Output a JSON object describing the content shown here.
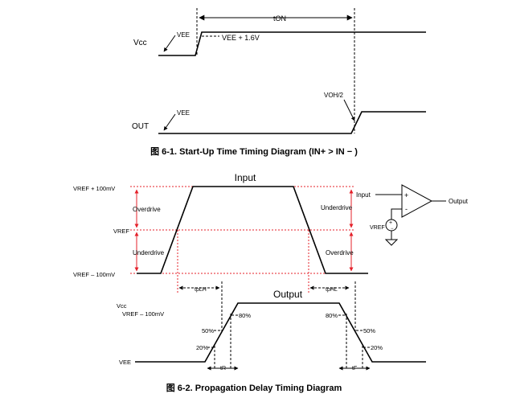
{
  "colors": {
    "line": "#000000",
    "guide": "#e4202a",
    "background": "#ffffff"
  },
  "fig1": {
    "caption": "图 6-1. Start-Up Time Timing Diagram (IN+ > IN − )",
    "vcc_label": "Vcc",
    "out_label": "OUT",
    "vee_label_top": "VEE",
    "vee_label_bottom": "VEE",
    "vee_plus_label": "VEE + 1.6V",
    "ton_label": "tON",
    "voh_label": "VOH/2"
  },
  "fig2": {
    "caption": "图 6-2. Propagation Delay Timing Diagram",
    "input_title": "Input",
    "output_title": "Output",
    "vref_plus_label": "VREF + 100mV",
    "vref_label": "VREF",
    "vref_minus_label": "VREF – 100mV",
    "overdrive_left": "Overdrive",
    "underdrive_left": "Underdrive",
    "underdrive_right": "Underdrive",
    "overdrive_right": "Overdrive",
    "tplh_label": "tpLH",
    "tphl_label": "tpHL",
    "vcc_label": "Vcc",
    "vref_minus_label_2": "VREF – 100mV",
    "vee_label": "VEE",
    "pct80_left": "80%",
    "pct50_left": "50%",
    "pct20_left": "20%",
    "pct80_right": "80%",
    "pct50_right": "50%",
    "pct20_right": "20%",
    "tr_label": "tR",
    "tf_label": "tF",
    "schematic": {
      "input_label": "Input",
      "output_label": "Output",
      "vref_label": "VREF",
      "plus_sign": "+",
      "minus_sign": "-"
    }
  }
}
